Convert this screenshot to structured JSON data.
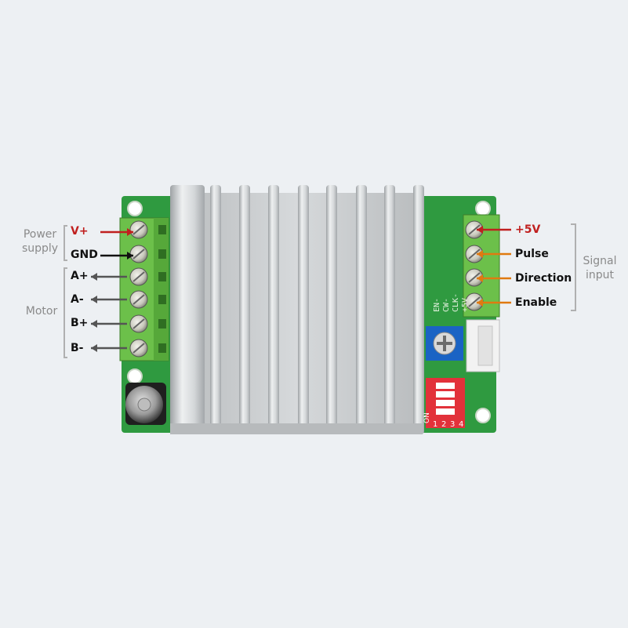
{
  "left": {
    "group_power": [
      "Power",
      "supply"
    ],
    "group_motor": "Motor",
    "pins": [
      {
        "label": "V+",
        "color": "#c0201f"
      },
      {
        "label": "GND",
        "color": "#111111"
      },
      {
        "label": "A+",
        "color": "#555555"
      },
      {
        "label": "A-",
        "color": "#555555"
      },
      {
        "label": "B+",
        "color": "#555555"
      },
      {
        "label": "B-",
        "color": "#555555"
      }
    ]
  },
  "right": {
    "group_signal": [
      "Signal",
      "input"
    ],
    "pins": [
      {
        "label": "+5V",
        "color": "#c0201f"
      },
      {
        "label": "Pulse",
        "color": "#e07a10"
      },
      {
        "label": "Direction",
        "color": "#e07a10"
      },
      {
        "label": "Enable",
        "color": "#e07a10"
      }
    ]
  },
  "board": {
    "dip_numbers": [
      "1",
      "2",
      "3",
      "4"
    ],
    "dip_on": "ON",
    "silk_signal": [
      "EN-",
      "CW-",
      "CLK-",
      "+5V"
    ],
    "colors": {
      "pcb": "#2f9a40",
      "heatsink": "#c9ccce",
      "terminal": "#6cc04a",
      "dip": "#e2313a",
      "pot": "#1a63c4"
    }
  }
}
